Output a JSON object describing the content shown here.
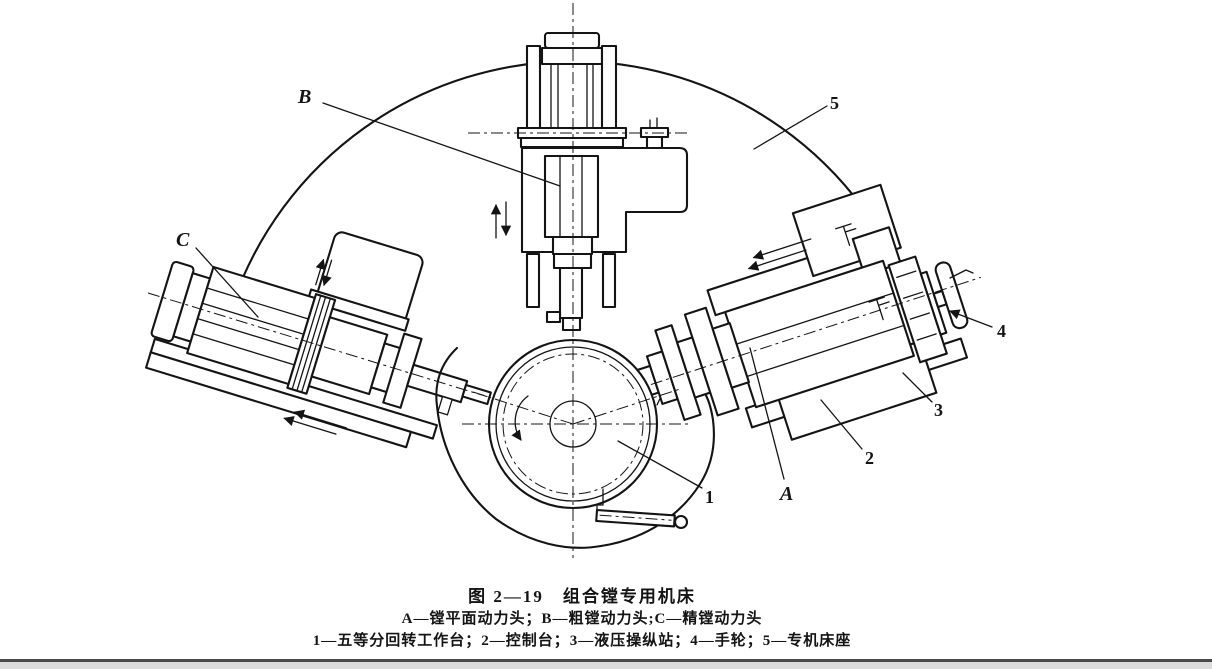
{
  "figure_caption": {
    "title": "图 2—19　组合镗专用机床",
    "line_abc": "A—镗平面动力头；B—粗镗动力头;C—精镗动力头",
    "line_nums": "1—五等分回转工作台；2—控制台；3—液压操纵站；4—手轮；5—专机床座"
  },
  "callouts": {
    "A": "A",
    "B": "B",
    "C": "C",
    "1": "1",
    "2": "2",
    "3": "3",
    "4": "4",
    "5": "5"
  },
  "legend": [
    {
      "key": "A",
      "label": "镗平面动力头"
    },
    {
      "key": "B",
      "label": "粗镗动力头"
    },
    {
      "key": "C",
      "label": "精镗动力头"
    },
    {
      "key": "1",
      "label": "五等分回转工作台"
    },
    {
      "key": "2",
      "label": "控制台"
    },
    {
      "key": "3",
      "label": "液压操纵站"
    },
    {
      "key": "4",
      "label": "手轮"
    },
    {
      "key": "5",
      "label": "专机床座"
    }
  ],
  "colors": {
    "ink": "#141414",
    "paper": "#ffffff",
    "scan_line": "#4a4a4a",
    "scan_strip": "#dcdcdc"
  }
}
